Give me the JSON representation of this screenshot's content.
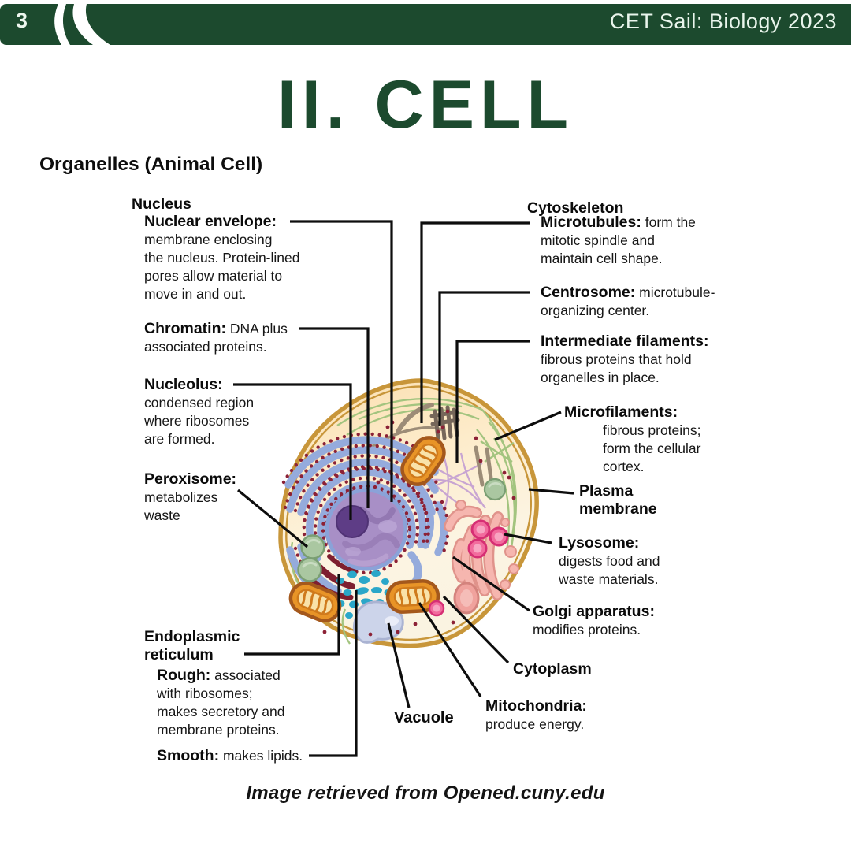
{
  "header": {
    "page_number": "3",
    "course_title": "CET Sail: Biology 2023"
  },
  "title": "II. CELL",
  "subtitle": "Organelles (Animal Cell)",
  "labels": {
    "nucleus": {
      "term": "Nucleus"
    },
    "nuclear_envelope": {
      "term": "Nuclear envelope:",
      "desc": "membrane enclosing\nthe nucleus. Protein-lined\npores allow material to\nmove in and out."
    },
    "chromatin": {
      "term": "Chromatin:",
      "desc": "DNA plus\nassociated proteins."
    },
    "nucleolus": {
      "term": "Nucleolus:",
      "desc": "condensed region\nwhere ribosomes\nare formed."
    },
    "peroxisome": {
      "term": "Peroxisome:",
      "desc": "metabolizes\nwaste"
    },
    "endoplasmic_reticulum": {
      "term": "Endoplasmic\nreticulum"
    },
    "rough": {
      "term": "Rough:",
      "desc": "associated\nwith ribosomes;\nmakes secretory and\nmembrane proteins."
    },
    "smooth": {
      "term": "Smooth:",
      "desc": "makes lipids."
    },
    "cytoskeleton": {
      "term": "Cytoskeleton"
    },
    "microtubules": {
      "term": "Microtubules:",
      "desc": "form the\nmitotic spindle and\nmaintain cell shape."
    },
    "centrosome": {
      "term": "Centrosome:",
      "desc": "microtubule-\norganizing center."
    },
    "intermediate_filaments": {
      "term": "Intermediate filaments:",
      "desc": "fibrous proteins that hold\norganelles in place."
    },
    "microfilaments": {
      "term": "Microfilaments:",
      "desc": "fibrous proteins;\nform the cellular\ncortex."
    },
    "plasma_membrane": {
      "term": "Plasma\nmembrane"
    },
    "lysosome": {
      "term": "Lysosome:",
      "desc": "digests food and\nwaste materials."
    },
    "golgi_apparatus": {
      "term": "Golgi apparatus:",
      "desc": "modifies proteins."
    },
    "cytoplasm": {
      "term": "Cytoplasm"
    },
    "mitochondria": {
      "term": "Mitochondria:",
      "desc": "produce energy."
    },
    "vacuole": {
      "term": "Vacuole"
    }
  },
  "footer": "Image retrieved from Opened.cuny.edu",
  "colors": {
    "brand_green": "#1c4a2e",
    "header_text": "#e9f5ec",
    "text": "#111111",
    "membrane_gold": "#c8963a",
    "cell_fill_top": "#fbdfb0",
    "cell_fill_bottom": "#fcf5e6",
    "nucleus_purple": "#a88fc6",
    "nucleolus_purple": "#5e3d86",
    "er_blue": "#95abdc",
    "ribosome_maroon": "#8c2136",
    "golgi_pink": "#f6b6af",
    "mitochondria_orange": "#e89427",
    "lysosome_pink": "#f26b9d",
    "peroxisome_green": "#aac7a1",
    "vesicle_teal": "#2aa7c9",
    "vacuole_lavender": "#ccd4ea",
    "microfilament_green": "#a3c47f",
    "microtubule_brown": "#9c8c77",
    "intermediate_lavender": "#c8a5d2"
  }
}
